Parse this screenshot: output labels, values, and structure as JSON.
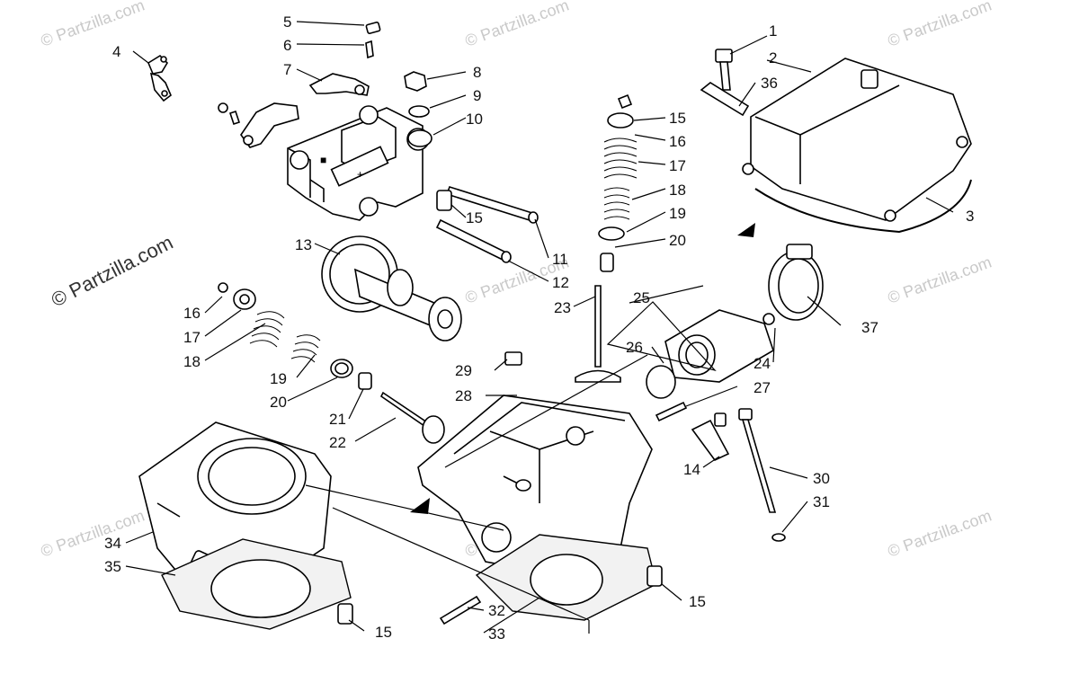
{
  "watermark": {
    "text": "© Partzilla.com",
    "text_dark": "© Partzilla.com"
  },
  "callouts": [
    {
      "id": "c1",
      "text": "1"
    },
    {
      "id": "c2",
      "text": "2"
    },
    {
      "id": "c3",
      "text": "3"
    },
    {
      "id": "c4",
      "text": "4"
    },
    {
      "id": "c5",
      "text": "5"
    },
    {
      "id": "c6",
      "text": "6"
    },
    {
      "id": "c7",
      "text": "7"
    },
    {
      "id": "c8",
      "text": "8"
    },
    {
      "id": "c9",
      "text": "9"
    },
    {
      "id": "c10",
      "text": "10"
    },
    {
      "id": "c11",
      "text": "11"
    },
    {
      "id": "c12",
      "text": "12"
    },
    {
      "id": "c13",
      "text": "13"
    },
    {
      "id": "c14",
      "text": "14"
    },
    {
      "id": "c15a",
      "text": "15"
    },
    {
      "id": "c15b",
      "text": "15"
    },
    {
      "id": "c15c",
      "text": "15"
    },
    {
      "id": "c16a",
      "text": "16"
    },
    {
      "id": "c16b",
      "text": "16"
    },
    {
      "id": "c17a",
      "text": "17"
    },
    {
      "id": "c17b",
      "text": "17"
    },
    {
      "id": "c18a",
      "text": "18"
    },
    {
      "id": "c18b",
      "text": "18"
    },
    {
      "id": "c19a",
      "text": "19"
    },
    {
      "id": "c19b",
      "text": "19"
    },
    {
      "id": "c20a",
      "text": "20"
    },
    {
      "id": "c20b",
      "text": "20"
    },
    {
      "id": "c21a",
      "text": "21"
    },
    {
      "id": "c21b",
      "text": "21"
    },
    {
      "id": "c22",
      "text": "22"
    },
    {
      "id": "c23",
      "text": "23"
    },
    {
      "id": "c24",
      "text": "24"
    },
    {
      "id": "c25",
      "text": "25"
    },
    {
      "id": "c26",
      "text": "26"
    },
    {
      "id": "c27",
      "text": "27"
    },
    {
      "id": "c28",
      "text": "28"
    },
    {
      "id": "c29",
      "text": "29"
    },
    {
      "id": "c30",
      "text": "30"
    },
    {
      "id": "c31",
      "text": "31"
    },
    {
      "id": "c32",
      "text": "32"
    },
    {
      "id": "c33",
      "text": "33"
    },
    {
      "id": "c34",
      "text": "34"
    },
    {
      "id": "c35",
      "text": "35"
    },
    {
      "id": "c36",
      "text": "36"
    },
    {
      "id": "c37",
      "text": "37"
    }
  ]
}
